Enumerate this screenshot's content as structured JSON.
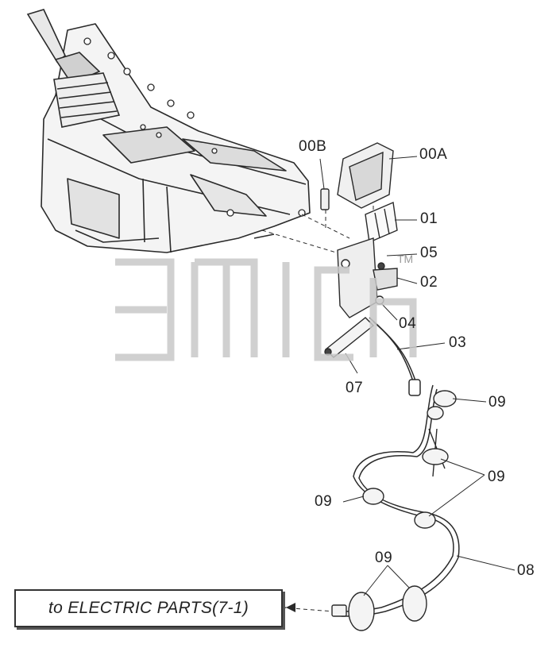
{
  "labels": {
    "p00b": "00B",
    "p00a": "00A",
    "p01": "01",
    "p05": "05",
    "p02": "02",
    "p04": "04",
    "p03": "03",
    "p07": "07",
    "p09a": "09",
    "p09b": "09",
    "p09c": "09",
    "p08": "08",
    "p09d": "09"
  },
  "reference_box": "to ELECTRIC PARTS(7-1)",
  "watermark_mark": "TM",
  "colors": {
    "line": "#2a2a2a",
    "watermark": "#c8c8c8"
  }
}
